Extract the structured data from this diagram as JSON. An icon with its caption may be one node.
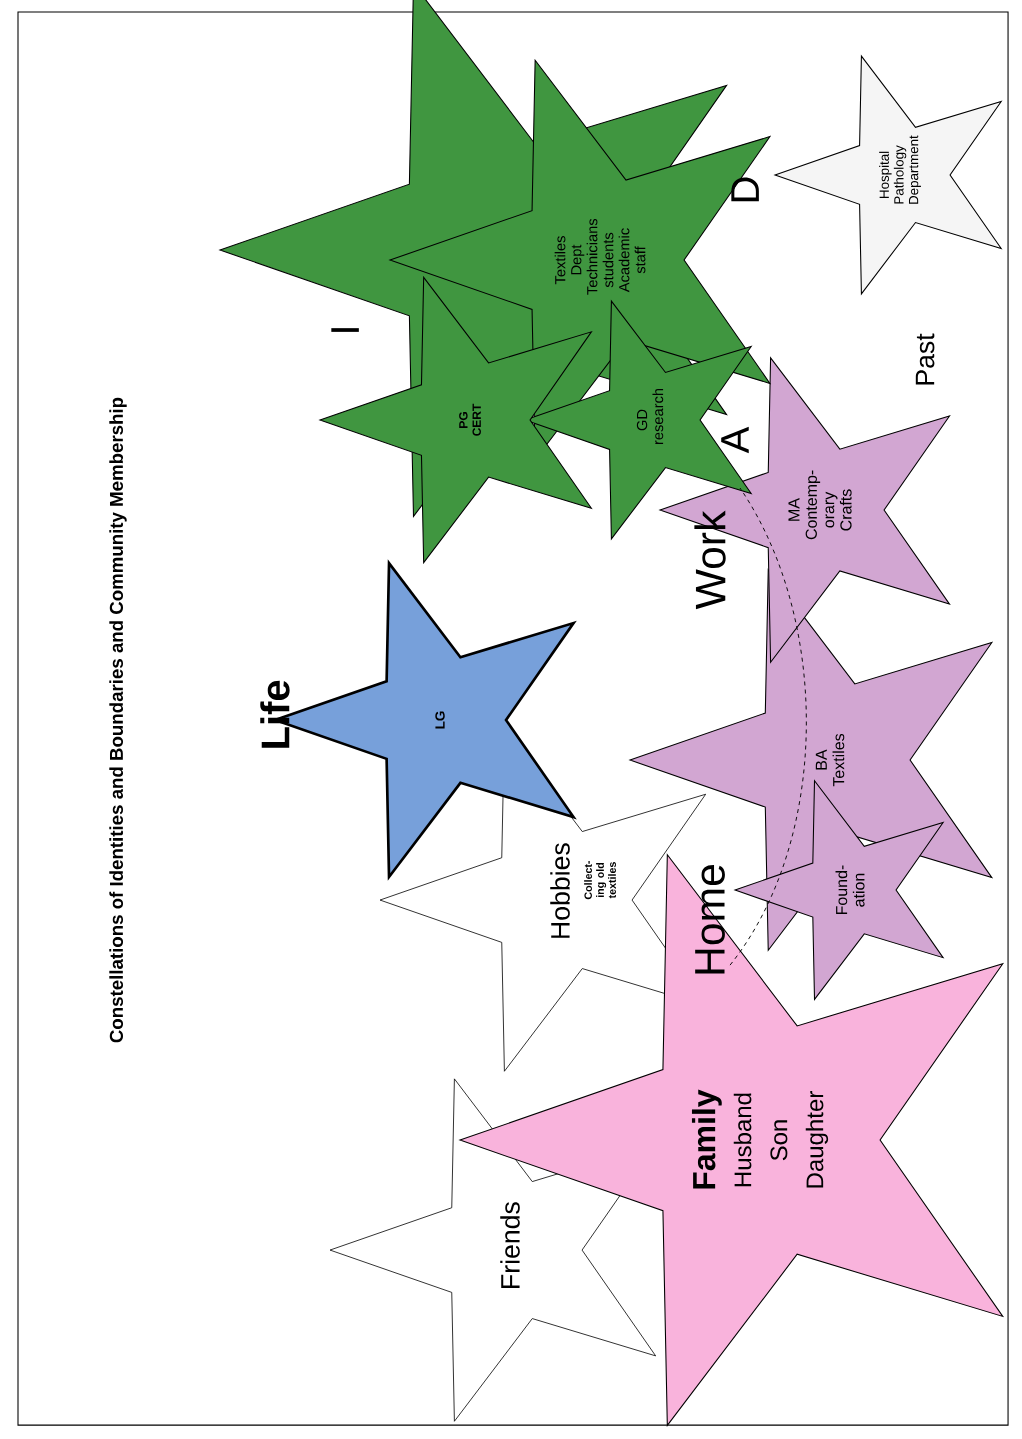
{
  "diagram": {
    "title": "Constellations of Identities and Boundaries and Community Membership",
    "nodes": [
      {
        "text": [],
        "shape": "star"
      },
      {
        "text": [
          "Textiles Dept Technicians students Academic staff"
        ]
      },
      {
        "text": [
          "PG CERT"
        ]
      },
      {
        "text": [
          "GD research"
        ]
      },
      {
        "text": [
          "Hospital Pathology Department"
        ]
      },
      {
        "text": [
          "LG"
        ]
      },
      {
        "text": [
          "MA Contemp- orary Crafts"
        ]
      },
      {
        "text": [
          "BA Textiles"
        ]
      },
      {
        "text": [
          "Found- ation"
        ]
      },
      {
        "text": [
          "Hobbies"
        ]
      },
      {
        "text": [
          "Family",
          "Husband Son Daughter"
        ]
      },
      {
        "text": [
          "Friends"
        ]
      }
    ],
    "labels": [
      "Life",
      "I",
      "D",
      "A",
      "Work",
      "Past",
      "Collect- ing old textiles",
      "Home"
    ]
  }
}
